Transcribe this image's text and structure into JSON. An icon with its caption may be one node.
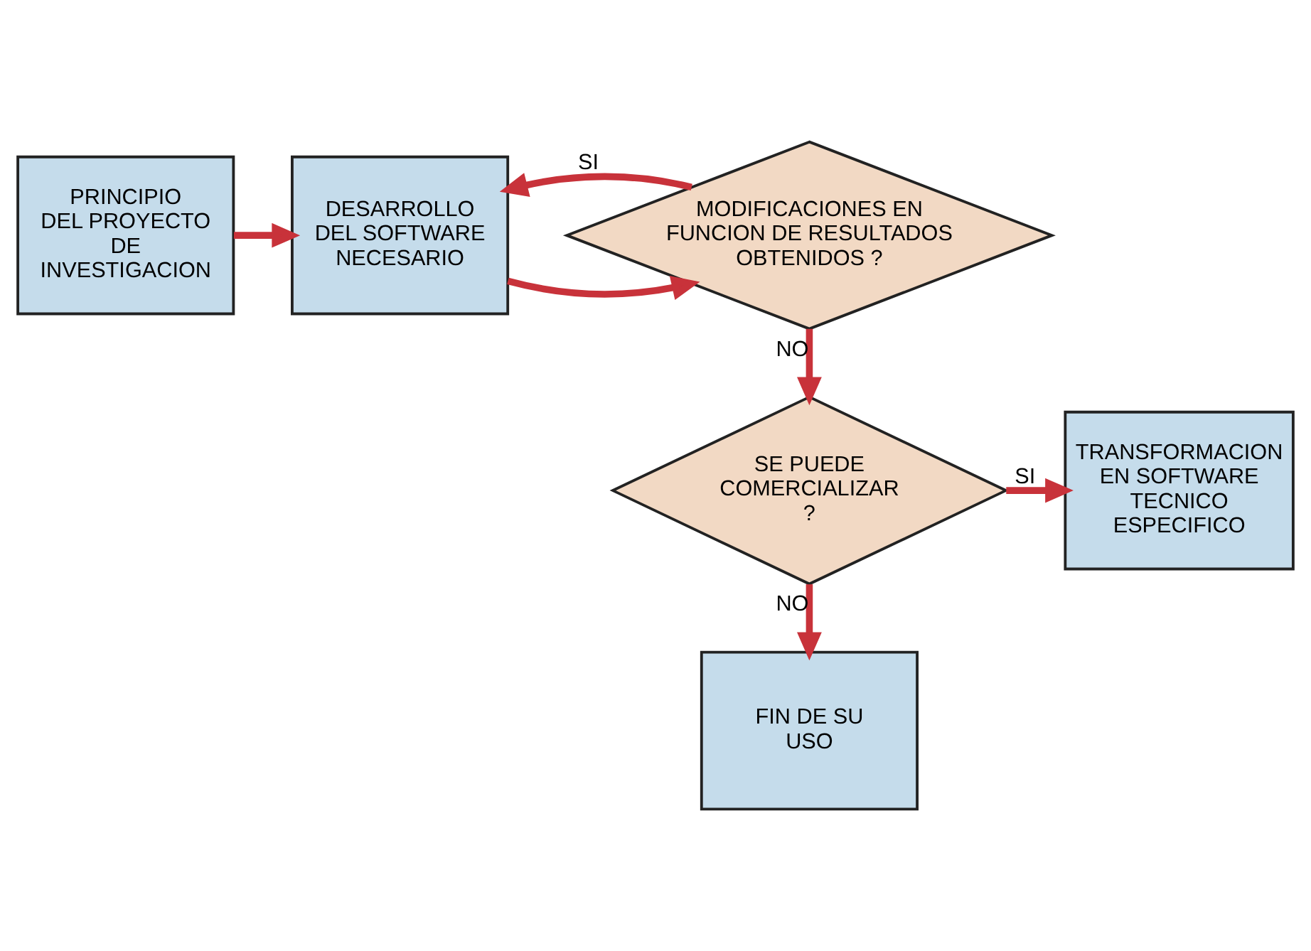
{
  "diagram": {
    "nodes": [
      {
        "text": [
          "PRINCIPIO DEL PROYECTO DE INVESTIGACION"
        ]
      },
      {
        "text": [
          "DESARROLLO DEL SOFTWARE NECESARIO"
        ]
      },
      {
        "text": [
          "MODIFICACIONES EN FUNCION DE RESULTADOS OBTENIDOS ?"
        ]
      },
      {
        "text": [
          "TRANSFORMACION EN SOFTWARE TECNICO ESPECIFICO"
        ]
      },
      {
        "text": [
          "SE PUEDE COMERCIALIZAR ?"
        ]
      },
      {
        "text": [
          "FIN DE SU USO"
        ]
      }
    ],
    "edges": [
      {
        "from": 0,
        "to": 1,
        "arrow": "to"
      },
      {
        "from": 1,
        "to": 2,
        "arrow": "to"
      },
      {
        "from": 2,
        "to": 1,
        "arrow": "to",
        "label": "SI"
      },
      {
        "from": 2,
        "to": 4,
        "arrow": "to",
        "label": "NO"
      },
      {
        "from": 4,
        "to": 3,
        "arrow": "to",
        "label": "SI"
      },
      {
        "from": 4,
        "to": 5,
        "arrow": "to",
        "label": "NO"
      }
    ]
  }
}
